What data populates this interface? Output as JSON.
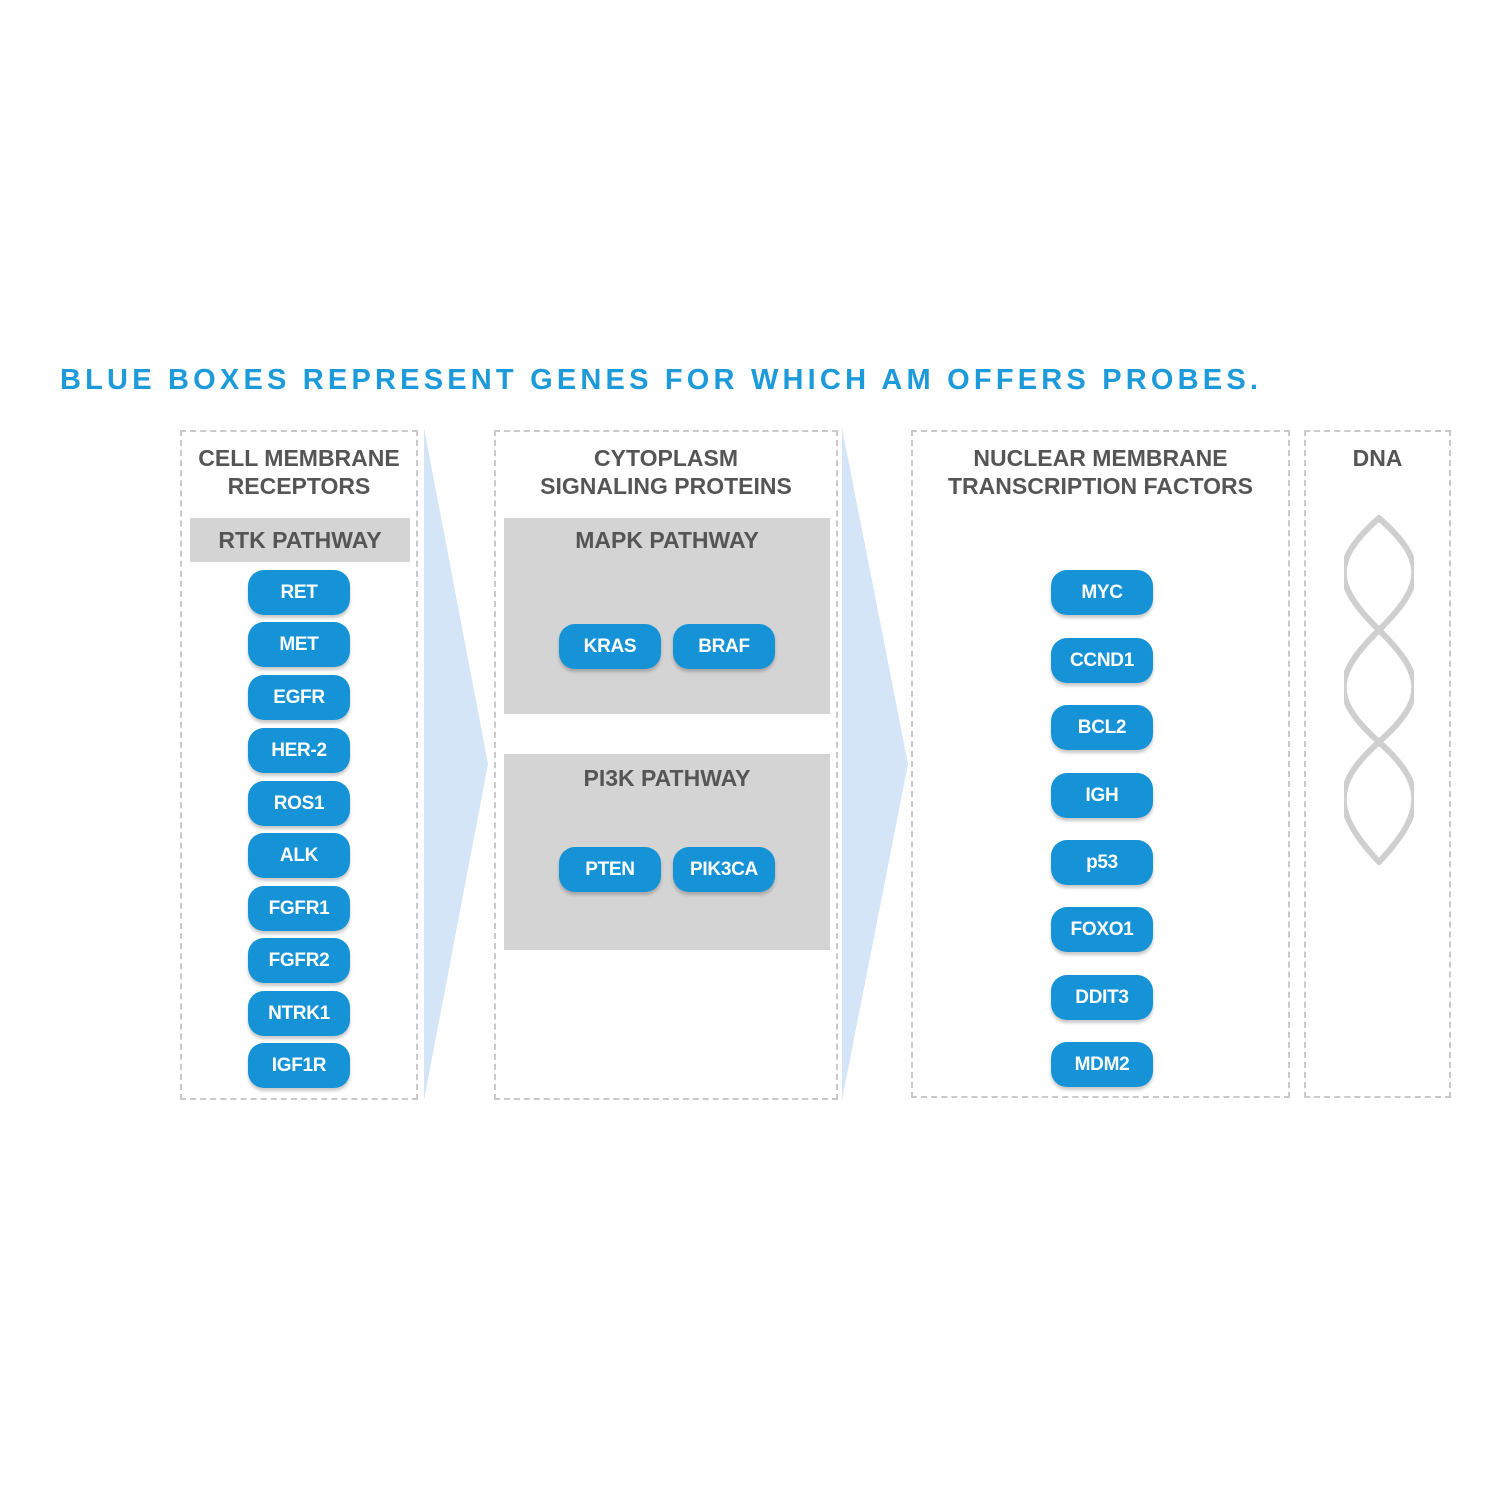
{
  "headline": "BLUE BOXES REPRESENT GENES FOR WHICH AM OFFERS PROBES.",
  "colors": {
    "headline": "#1d9ad9",
    "gene_box": "#1693d6",
    "pathway_box": "#d4d4d4",
    "heading_text": "#555555",
    "arrow": "#d3e5f7",
    "dna_strand": "#cfcfcf"
  },
  "panels": {
    "cell_membrane": {
      "title_line1": "CELL MEMBRANE",
      "title_line2": "RECEPTORS",
      "pathway": {
        "title": "RTK PATHWAY",
        "genes": [
          "RET",
          "MET",
          "EGFR",
          "HER-2",
          "ROS1",
          "ALK",
          "FGFR1",
          "FGFR2",
          "NTRK1",
          "IGF1R"
        ]
      }
    },
    "cytoplasm": {
      "title_line1": "CYTOPLASM",
      "title_line2": "SIGNALING PROTEINS",
      "pathways": [
        {
          "title": "MAPK PATHWAY",
          "genes": [
            "KRAS",
            "BRAF"
          ]
        },
        {
          "title": "PI3K PATHWAY",
          "genes": [
            "PTEN",
            "PIK3CA"
          ]
        }
      ]
    },
    "nuclear_membrane": {
      "title_line1": "NUCLEAR MEMBRANE",
      "title_line2": "TRANSCRIPTION FACTORS",
      "genes": [
        "MYC",
        "CCND1",
        "BCL2",
        "IGH",
        "p53",
        "FOXO1",
        "DDIT3",
        "MDM2"
      ]
    },
    "dna": {
      "title": "DNA",
      "icon": "dna-helix-icon"
    }
  }
}
